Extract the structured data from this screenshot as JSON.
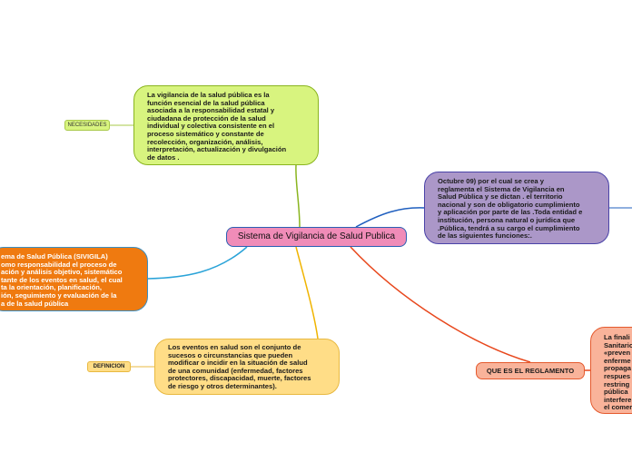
{
  "central": {
    "label": "Sistema de Vigilancia de Salud Publica"
  },
  "nodes": {
    "green": {
      "text": "La vigilancia de la salud pública es la\nfunción esencial de la salud pública\nasociada a la responsabilidad estatal y\nciudadana de protección de la salud\nindividual y colectiva consistente en el\nproceso sistemático y constante de\nrecolección, organización, análisis,\ninterpretación, actualización y divulgación\nde datos ."
    },
    "purple": {
      "text": "Octubre 09) por el cual se crea y\nreglamenta el Sistema de Vigilancia en\nSalud Pública y se dictan . el territorio\nnacional y son de obligatorio cumplimiento\ny aplicación por parte de las .Toda entidad e\ninstitución, persona natural o jurídica que\n.Pública, tendrá a su cargo el cumplimiento\nde las siguientes funciones:."
    },
    "orange": {
      "text": "ema de Salud Pública (SIVIGILA)\nomo responsabilidad el proceso de\nación y análisis objetivo, sistemático\ntante de los eventos en salud, el cual\nta la orientación, planificación,\nión, seguimiento y evaluación de la\na de la salud pública"
    },
    "yellow": {
      "text": "Los eventos en salud son el conjunto de\nsucesos o circunstancias que pueden\nmodificar o incidir en la situación de salud\nde una comunidad (enfermedad, factores\nprotectores, discapacidad, muerte, factores\nde riesgo y otros determinantes)."
    },
    "salmon": {
      "text": "La finali\nSanitario\n«preven\nenferme\npropaga\nrespues\nrestring\npública \ninterfere\nel comer"
    },
    "reglamento": {
      "label": "QUE ES EL REGLAMENTO"
    }
  },
  "tags": {
    "necesidades": "NECESIDADES",
    "definicion": "DEFINICION"
  },
  "colors": {
    "central_fill": "#f08cb8",
    "green_fill": "#d8f47f",
    "purple_fill": "#ab97c8",
    "orange_fill": "#ef7a10",
    "yellow_fill": "#ffdd87",
    "salmon_fill": "#f9b39a",
    "link_green": "#8ab51f",
    "link_blue_dark": "#1f5fbf",
    "link_blue_light": "#2aa3d8",
    "link_yellow": "#f0b400",
    "link_red": "#e8471c"
  }
}
